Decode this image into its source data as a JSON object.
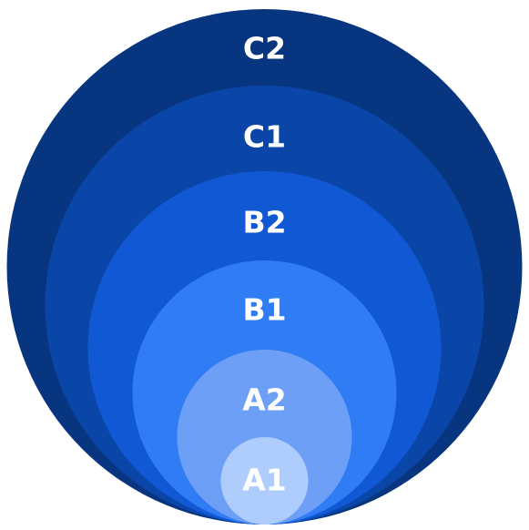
{
  "levels": [
    {
      "label": "C2",
      "color": "#08357f"
    },
    {
      "label": "C1",
      "color": "#0a46a8"
    },
    {
      "label": "B2",
      "color": "#1158d4"
    },
    {
      "label": "B1",
      "color": "#2f7cf5"
    },
    {
      "label": "A2",
      "color": "#6d9ff6"
    },
    {
      "label": "A1",
      "color": "#aecdfd"
    }
  ]
}
